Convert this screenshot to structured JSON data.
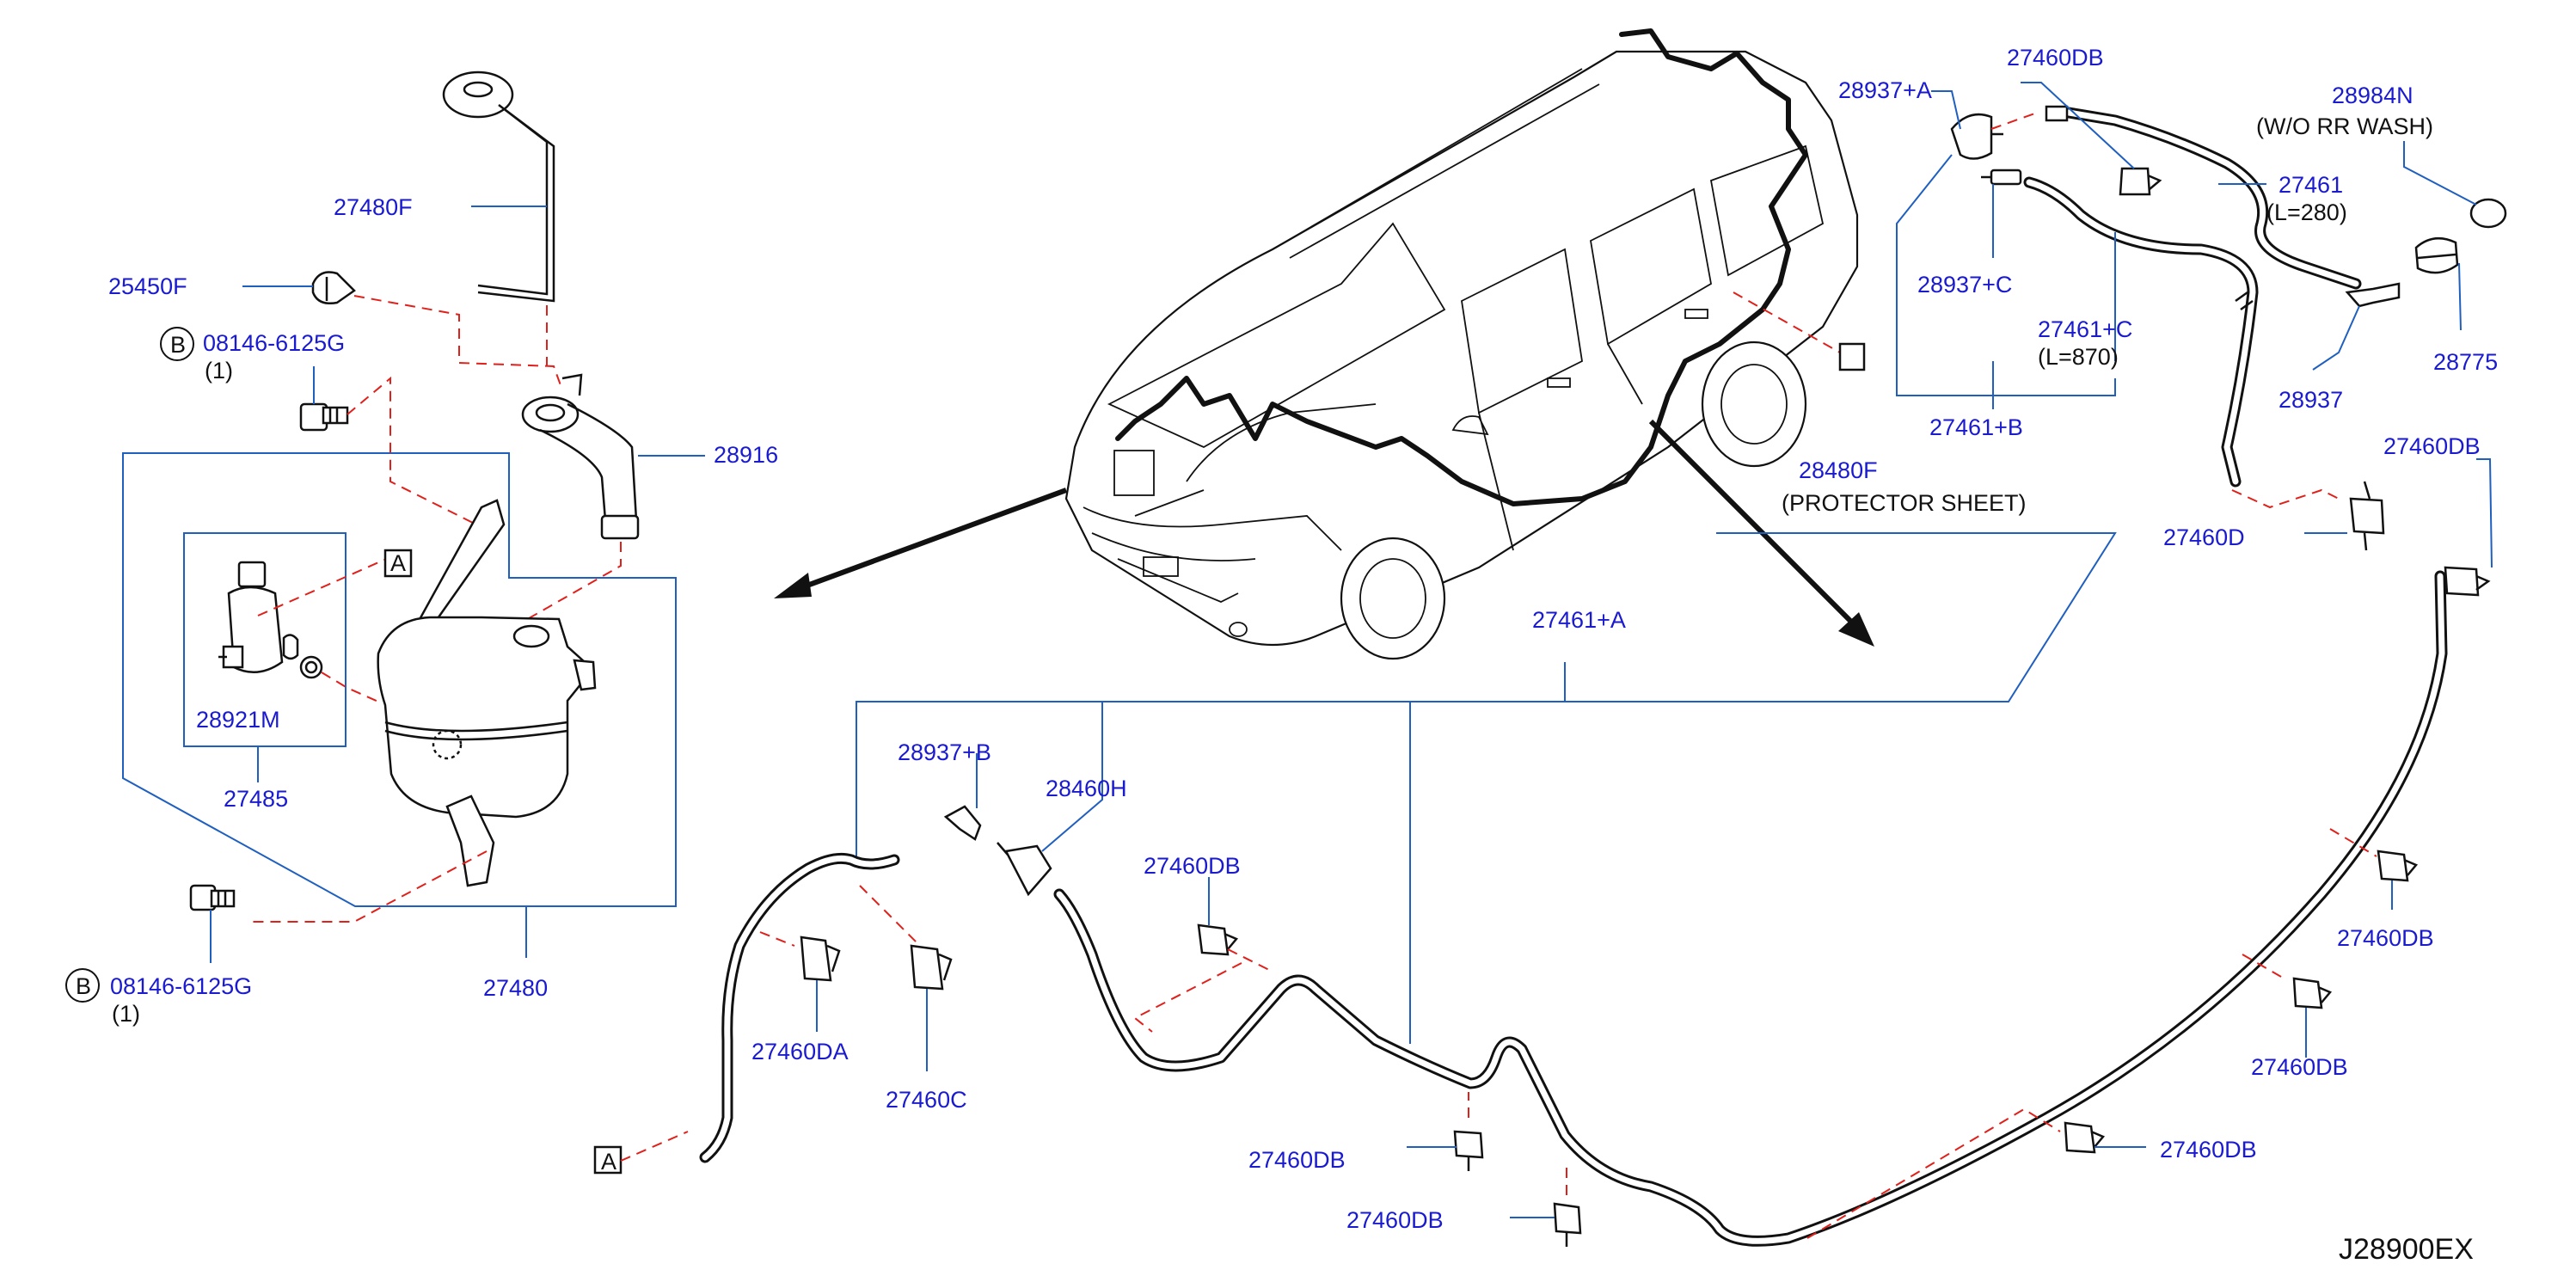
{
  "diagram_code": "J28900EX",
  "parts": {
    "p27480F": "27480F",
    "p25450F": "25450F",
    "bolt_top_code": "08146-6125G",
    "bolt_top_qty": "(1)",
    "bolt_bottom_code": "08146-6125G",
    "bolt_bottom_qty": "(1)",
    "bolt_marker": "B",
    "p28916": "28916",
    "p28921M": "28921M",
    "p27485": "27485",
    "p27480": "27480",
    "ref_a_top": "A",
    "ref_a_bottom": "A",
    "p28937A": "28937+A",
    "p27460DB_top": "27460DB",
    "p28984N": "28984N",
    "p28984N_note": "(W/O  RR  WASH)",
    "p27461": "27461",
    "p27461_len": "(L=280)",
    "p28937C": "28937+C",
    "p27461C": "27461+C",
    "p27461C_len": "(L=870)",
    "p28775": "28775",
    "p28937": "28937",
    "p27461B": "27461+B",
    "p28480F": "28480F",
    "p28480F_note": "(PROTECTOR  SHEET)",
    "p27460DB_right": "27460DB",
    "p27460D": "27460D",
    "p27461A": "27461+A",
    "p28937B": "28937+B",
    "p28460H": "28460H",
    "p27460DB_mid": "27460DB",
    "p27460DA": "27460DA",
    "p27460C": "27460C",
    "p27460DB_r1": "27460DB",
    "p27460DB_r2": "27460DB",
    "p27460DB_r3": "27460DB",
    "p27460DB_b1": "27460DB",
    "p27460DB_b2": "27460DB"
  },
  "colors": {
    "part_number": "#1a1ad0",
    "leader_line": "#1f5fbf",
    "dashed_line": "#e0201a",
    "drawing": "#111111"
  }
}
